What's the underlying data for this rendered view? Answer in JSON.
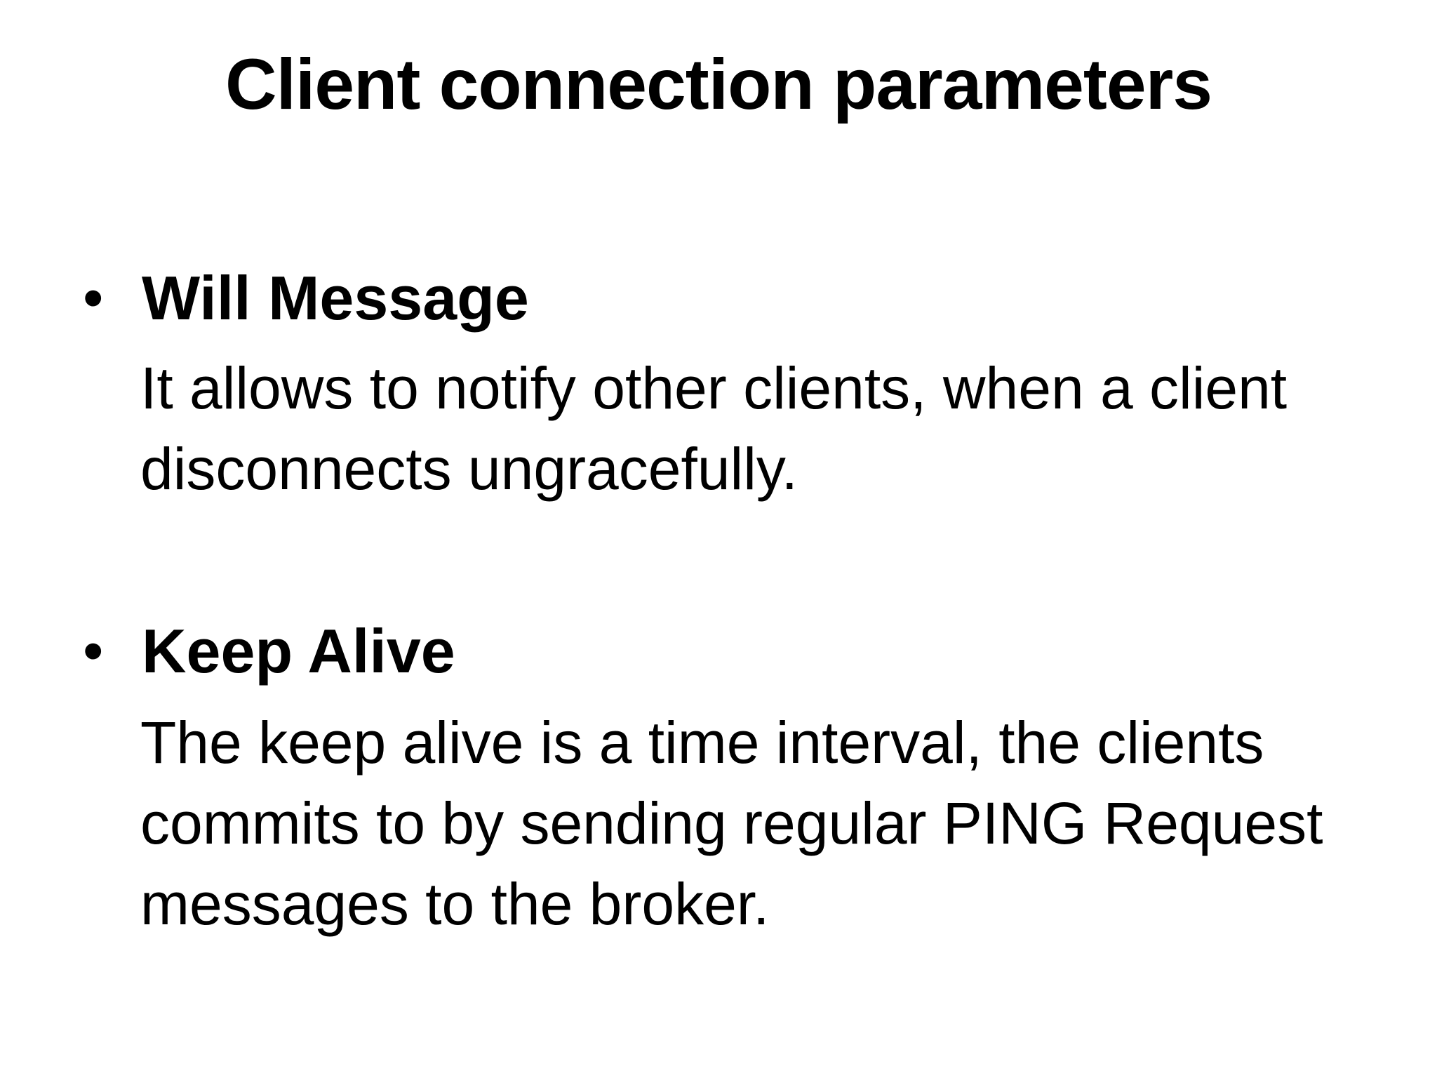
{
  "slide": {
    "title": "Client connection parameters",
    "bullet_glyph": "•",
    "bullets": [
      {
        "heading": "Will Message",
        "body": "It allows to notify other clients, when a client\ndisconnects ungracefully."
      },
      {
        "heading": "Keep Alive",
        "body": "The keep alive is a time interval, the clients\ncommits to by sending regular PING Request\nmessages to the broker."
      }
    ]
  }
}
